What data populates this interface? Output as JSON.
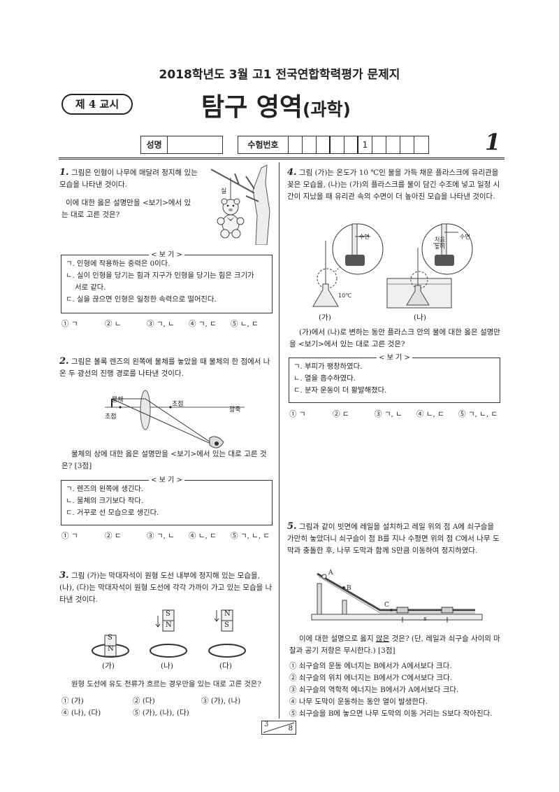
{
  "header": {
    "exam_title": "2018학년도 3월 고1 전국연합학력평가 문제지",
    "period": "제 4 교시",
    "subject_main": "탐구 영역",
    "subject_sub": "(과학)",
    "name_label": "성명",
    "exam_number_label": "수험번호",
    "exam_number_digit": "1",
    "page_number": "1"
  },
  "bogi_legend": "< 보 기 >",
  "questions": [
    {
      "number": "1.",
      "text": "그림은 인형이 나무에 매달려 정지해 있는 모습을 나타낸 것이다.",
      "prompt": "이에 대한 옳은 설명만을 <보기>에서 있는 대로 고른 것은?",
      "figure_label": "실",
      "bogi": [
        "ㄱ. 인형에 작용하는 중력은 0이다.",
        "ㄴ. 실이 인형을 당기는 힘과 지구가 인형을 당기는 힘은 크기가\n    서로 같다.",
        "ㄷ. 실을 끊으면 인형은 일정한 속력으로 떨어진다."
      ],
      "choices": [
        "① ㄱ",
        "② ㄴ",
        "③ ㄱ, ㄴ",
        "④ ㄱ, ㄷ",
        "⑤ ㄴ, ㄷ"
      ]
    },
    {
      "number": "2.",
      "text": "그림은 볼록 렌즈의 왼쪽에 물체를 놓았을 때 물체의 한 점에서 나온 두 광선의 진행 경로를 나타낸 것이다.",
      "labels": {
        "object": "물체",
        "focus_left": "초점",
        "focus_right": "초점",
        "axis": "광축"
      },
      "prompt": "물체의 상에 대한 옳은 설명만을 <보기>에서 있는 대로 고른 것은? [3점]",
      "bogi": [
        "ㄱ. 렌즈의 왼쪽에 생긴다.",
        "ㄴ. 물체의 크기보다 작다.",
        "ㄷ. 거꾸로 선 모습으로 생긴다."
      ],
      "choices": [
        "① ㄱ",
        "② ㄷ",
        "③ ㄱ, ㄴ",
        "④ ㄴ, ㄷ",
        "⑤ ㄱ, ㄴ, ㄷ"
      ]
    },
    {
      "number": "3.",
      "text": "그림 (가)는 막대자석이 원형 도선 내부에 정지해 있는 모습을, (나), (다)는 막대자석이 원형 도선에 각각 가까이 가고 있는 모습을 나타낸 것이다.",
      "magnet_s": "S",
      "magnet_n": "N",
      "fig_labels": [
        "(가)",
        "(나)",
        "(다)"
      ],
      "prompt": "원형 도선에 유도 전류가 흐르는 경우만을 있는 대로 고른 것은?",
      "choices": [
        "① (가)",
        "② (다)",
        "③ (가), (나)",
        "④ (나), (다)",
        "⑤ (가), (나), (다)"
      ]
    },
    {
      "number": "4.",
      "text": "그림 (가)는 온도가 10 ℃인 물을 가득 채운 플라스크에 유리관을 꽂은 모습을, (나)는 (가)의 플라스크를 물이 담긴 수조에 넣고 일정 시간이 지났을 때 유리관 속의 수면이 더 높아진 모습을 나타낸 것이다.",
      "labels": {
        "surface": "수면",
        "initial": "처음",
        "height": "높이",
        "temp": "10℃"
      },
      "fig_labels": [
        "(가)",
        "(나)"
      ],
      "prompt": "(가)에서 (나)로 변하는 동안 플라스크 안의 물에 대한 옳은 설명만을 <보기>에서 있는 대로 고른 것은?",
      "bogi": [
        "ㄱ. 부피가 팽창하였다.",
        "ㄴ. 열을 흡수하였다.",
        "ㄷ. 분자 운동이 더 활발해졌다."
      ],
      "choices": [
        "① ㄱ",
        "② ㄷ",
        "③ ㄱ, ㄴ",
        "④ ㄴ, ㄷ",
        "⑤ ㄱ, ㄴ, ㄷ"
      ]
    },
    {
      "number": "5.",
      "text": "그림과 같이 빗면에 레일을 설치하고 레일 위의 점 A에 쇠구슬을 가만히 놓았더니 쇠구슬이 점 B를 지나 수평면 위의 점 C에서 나무 도막과 충돌한 후, 나무 도막과 함께 S만큼 이동하여 정지하였다.",
      "labels": {
        "a": "A",
        "b": "B",
        "c": "C",
        "s": "s"
      },
      "prompt_pre": "이에 대한 설명으로 옳지 ",
      "prompt_u": "않은",
      "prompt_post": " 것은? (단, 레일과 쇠구슬 사이의 마찰과 공기 저항은 무시한다.) [3점]",
      "choices": [
        "① 쇠구슬의 운동 에너지는 B에서가 A에서보다 크다.",
        "② 쇠구슬의 위치 에너지는 B에서가 C에서보다 크다.",
        "③ 쇠구슬의 역학적 에너지는 B에서가 A에서보다 크다.",
        "④ 나무 도막이 운동하는 동안 열이 발생한다.",
        "⑤ 쇠구슬을 B에 놓으면 나무 도막의 이동 거리는 S보다 작아진다."
      ]
    }
  ],
  "footer": {
    "page": "3",
    "total": "8"
  }
}
